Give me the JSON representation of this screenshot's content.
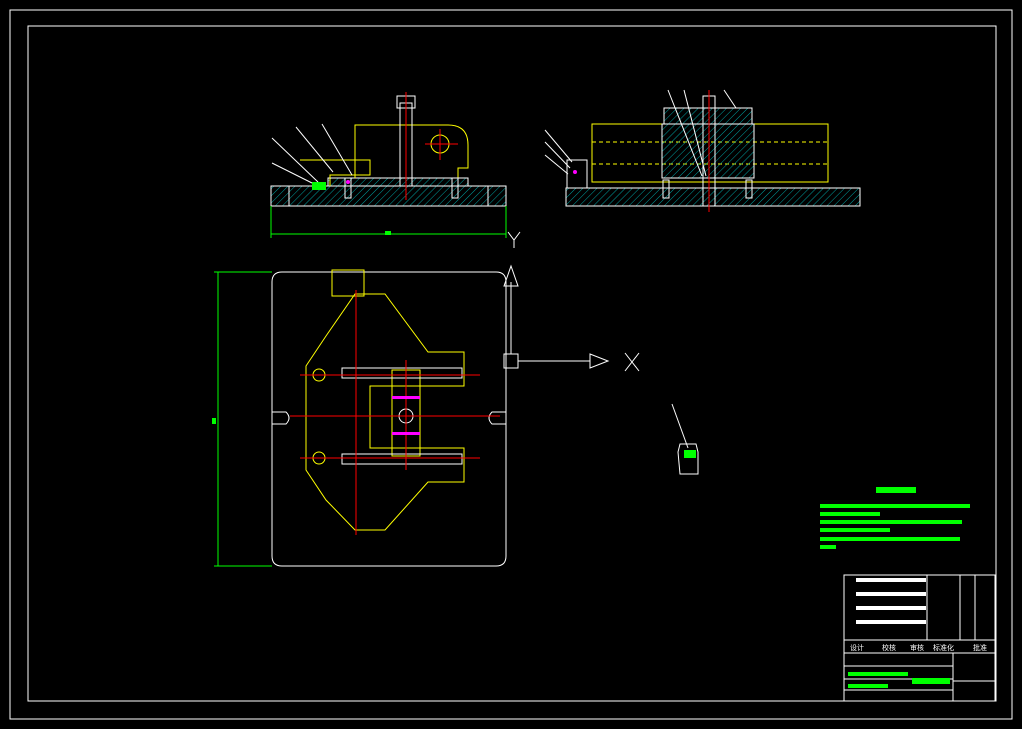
{
  "axis_labels": {
    "x": "X",
    "y": "Y"
  },
  "title_block": {
    "footer_labels": [
      "设计",
      "校核",
      "审核",
      "标准化",
      "批准"
    ]
  },
  "colors": {
    "background": "#000000",
    "outline": "#ffff00",
    "frame": "#ffffff",
    "dimension": "#00ff00",
    "centerline": "#ff0000",
    "hatch": "#00aaaa",
    "accent": "#ff00ff"
  }
}
